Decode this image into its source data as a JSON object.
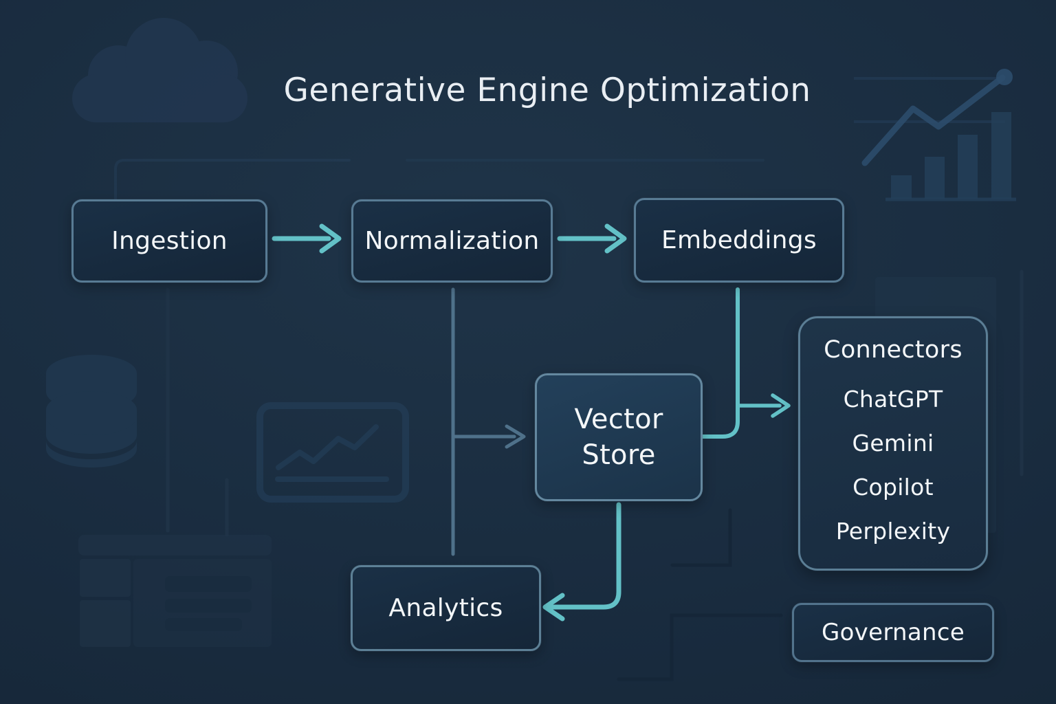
{
  "title": "Generative Engine Optimization",
  "diagram": {
    "nodes": {
      "ingestion": {
        "label": "Ingestion"
      },
      "normalization": {
        "label": "Normalization"
      },
      "embeddings": {
        "label": "Embeddings"
      },
      "vector_store": {
        "label": "Vector Store"
      },
      "analytics": {
        "label": "Analytics"
      },
      "governance": {
        "label": "Governance"
      },
      "connectors": {
        "title": "Connectors",
        "items": [
          "ChatGPT",
          "Gemini",
          "Copilot",
          "Perplexity"
        ]
      }
    },
    "edges": [
      {
        "from": "Ingestion",
        "to": "Normalization",
        "style": "teal-arrow"
      },
      {
        "from": "Normalization",
        "to": "Embeddings",
        "style": "teal-arrow"
      },
      {
        "from": "Normalization",
        "to": "Vector Store",
        "style": "slate-arrow"
      },
      {
        "from": "Normalization",
        "to": "Analytics",
        "style": "slate-line"
      },
      {
        "from": "Embeddings",
        "to": "Vector Store",
        "style": "teal-line"
      },
      {
        "from": "Embeddings",
        "to": "Connectors",
        "style": "teal-arrow"
      },
      {
        "from": "Vector Store",
        "to": "Analytics",
        "style": "teal-arrow"
      }
    ]
  },
  "colors": {
    "background": "#182a3d",
    "node_fill": "#17293c",
    "node_border": "#587b94",
    "vector_store_fill": "#20394f",
    "accent_teal": "#63c1c7",
    "connector_slate": "#4f718a",
    "text_primary": "#f4f7f9",
    "title_text": "#e9eef3"
  },
  "decorations": {
    "icons": [
      "cloud-icon",
      "bar-chart-icon",
      "database-icon",
      "monitor-chart-icon",
      "browser-window-icon",
      "circuit-lines"
    ]
  }
}
